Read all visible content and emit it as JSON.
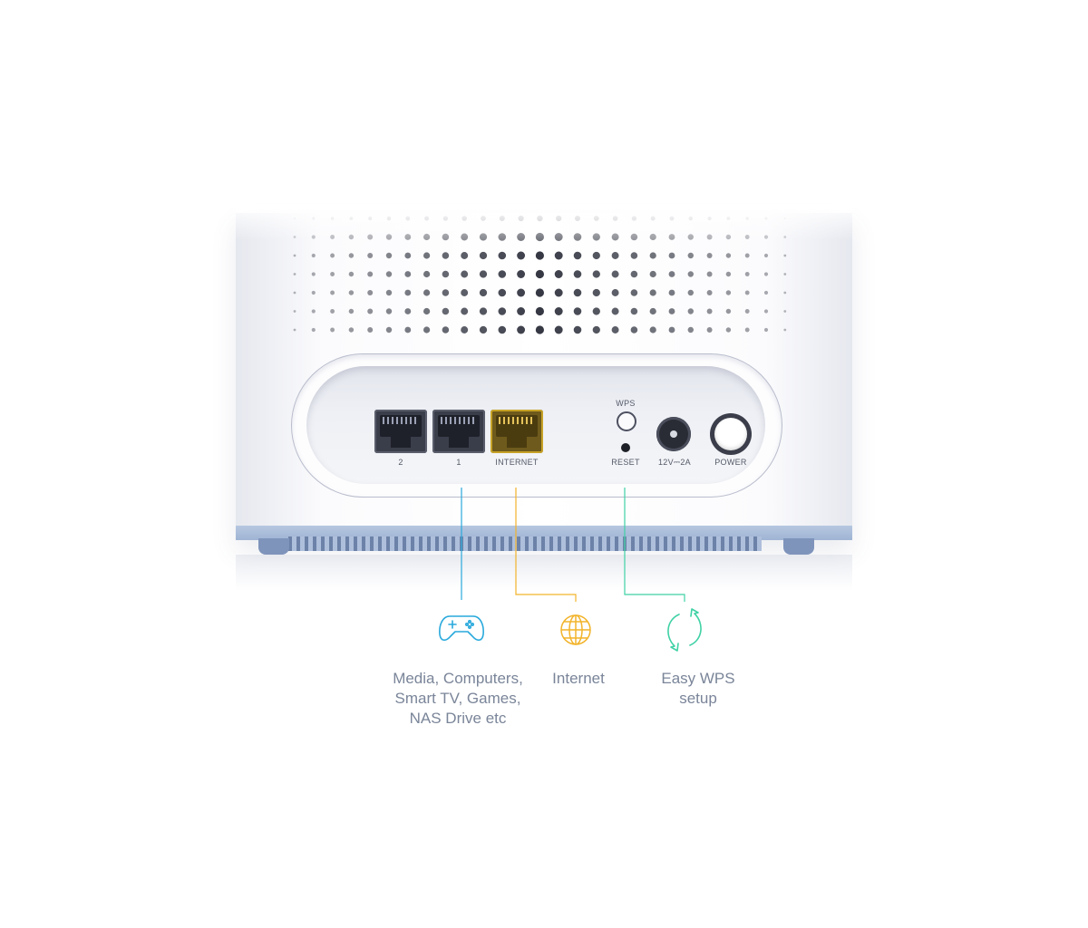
{
  "ports": {
    "lan2_label": "2",
    "lan1_label": "1",
    "internet_label": "INTERNET",
    "wps_label": "WPS",
    "reset_label": "RESET",
    "dc_label": "12V⎓2A",
    "power_label": "POWER"
  },
  "callouts": {
    "lan": {
      "caption": "Media, Computers,\nSmart TV, Games,\nNAS Drive etc",
      "color": "#29a9dc",
      "icon": "gamepad-icon"
    },
    "internet": {
      "caption": "Internet",
      "color": "#f2b32a",
      "icon": "globe-icon"
    },
    "wps": {
      "caption": "Easy WPS\nsetup",
      "color": "#3fd1a5",
      "icon": "sync-arrows-icon"
    }
  }
}
